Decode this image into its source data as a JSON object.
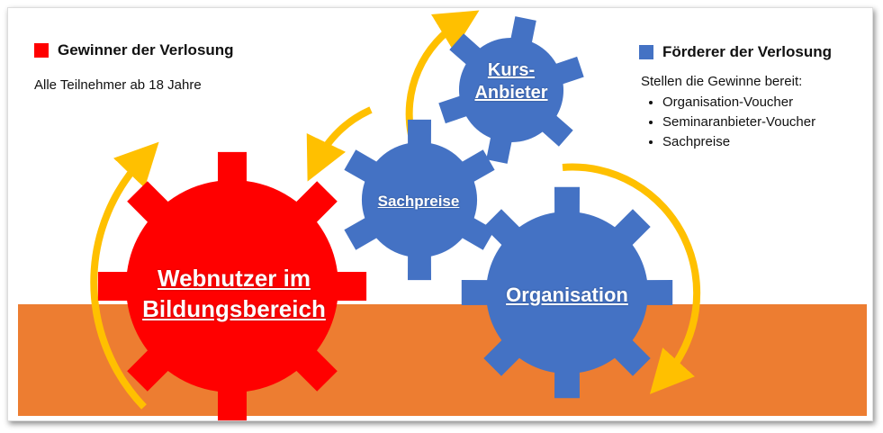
{
  "legend_left": {
    "title": "Gewinner der Verlosung",
    "color": "#FF0000",
    "subtitle": "Alle Teilnehmer ab 18 Jahre"
  },
  "legend_right": {
    "title": "Förderer der Verlosung",
    "color": "#4472C4",
    "intro": "Stellen die Gewinne bereit:",
    "items": [
      "Organisation-Voucher",
      "Seminaranbieter-Voucher",
      "Sachpreise"
    ]
  },
  "gears": {
    "webnutzer": {
      "line1": "Webnutzer im",
      "line2": "Bildungsbereich",
      "color": "#FF0000"
    },
    "sachpreise": {
      "label": "Sachpreise",
      "color": "#4472C4"
    },
    "kurs": {
      "line1": "Kurs-",
      "line2": "Anbieter",
      "color": "#4472C4"
    },
    "organisation": {
      "label": "Organisation",
      "color": "#4472C4"
    }
  },
  "colors": {
    "arrow": "#FFC000",
    "ground": "#ED7D31"
  }
}
